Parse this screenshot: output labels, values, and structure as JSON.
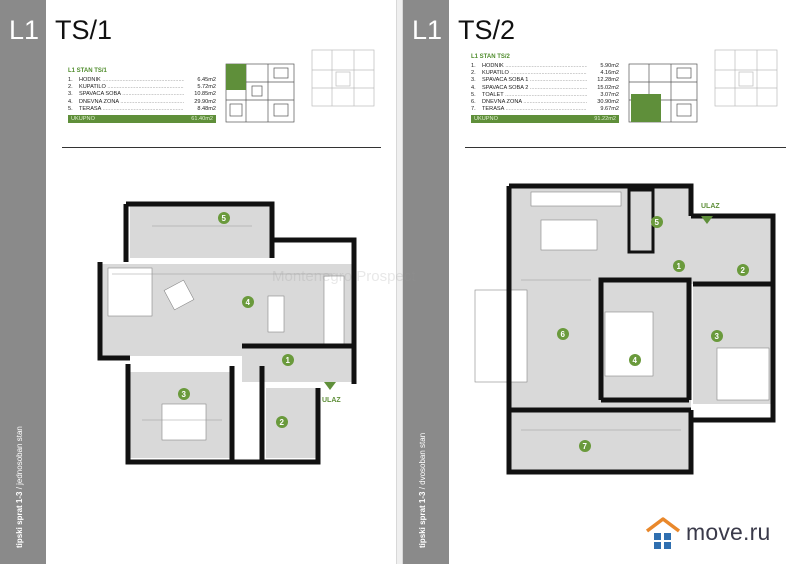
{
  "pages": [
    {
      "level": "L1",
      "unit": "TS/1",
      "side_bold": "tipski sprat 1-3",
      "side_rest": " / jednosoban stan",
      "spec_title": "L1 STAN TS/1",
      "rooms": [
        {
          "n": "1.",
          "name": "HODNIK",
          "area": "6.45m2"
        },
        {
          "n": "2.",
          "name": "KUPATILO",
          "area": "5.72m2"
        },
        {
          "n": "3.",
          "name": "SPAVACA SOBA",
          "area": "10.85m2"
        },
        {
          "n": "4.",
          "name": "DNEVNA ZONA",
          "area": "29.90m2"
        },
        {
          "n": "5.",
          "name": "TERASA",
          "area": "8.48m2"
        }
      ],
      "total_label": "UKUPNO",
      "total_area": "61.40m2",
      "plan_markers": [
        "1",
        "2",
        "3",
        "4",
        "5"
      ],
      "entry_label": "ULAZ"
    },
    {
      "level": "L1",
      "unit": "TS/2",
      "side_bold": "tipski sprat 1-3",
      "side_rest": " / dvosoban stan",
      "spec_title": "L1 STAN TS/2",
      "rooms": [
        {
          "n": "1.",
          "name": "HODNIK",
          "area": "5.90m2"
        },
        {
          "n": "2.",
          "name": "KUPATILO",
          "area": "4.16m2"
        },
        {
          "n": "3.",
          "name": "SPAVACA SOBA 1",
          "area": "12.28m2"
        },
        {
          "n": "4.",
          "name": "SPAVACA SOBA 2",
          "area": "15.02m2"
        },
        {
          "n": "5.",
          "name": "TOALET",
          "area": "3.07m2"
        },
        {
          "n": "6.",
          "name": "DNEVNA ZONA",
          "area": "30.90m2"
        },
        {
          "n": "7.",
          "name": "TERASA",
          "area": "9.67m2"
        }
      ],
      "total_label": "UKUPNO",
      "total_area": "91.22m2",
      "plan_markers": [
        "1",
        "2",
        "3",
        "4",
        "5",
        "6",
        "7"
      ],
      "entry_label": "ULAZ"
    }
  ],
  "watermark": "Montenegro Prospect",
  "brand": {
    "name": "move.ru"
  },
  "icons": [
    "house-logo-icon"
  ],
  "colors": {
    "sidebar": "#8a8a8a",
    "accent_green": "#5f8f3a",
    "room_marker": "#6a9a3c",
    "floor_fill": "#d9d9d9",
    "wall": "#111111",
    "brand_orange": "#e9882b",
    "brand_blue": "#2f6fb0"
  }
}
